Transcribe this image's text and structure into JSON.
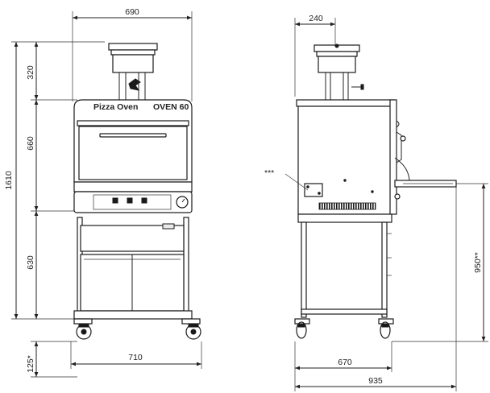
{
  "dimensions": {
    "front_width_top": "690",
    "total_height": "1610",
    "chimney_height": "320",
    "oven_height": "660",
    "stand_height": "630",
    "wheel_height": "125*",
    "front_width_bottom": "710",
    "side_chimney_depth": "240",
    "side_depth": "670",
    "overall_depth": "935",
    "shelf_height": "950**",
    "callout": "***"
  },
  "front_labels": {
    "logo_left": "Pizza Oven",
    "logo_right": "OVEN 60"
  }
}
